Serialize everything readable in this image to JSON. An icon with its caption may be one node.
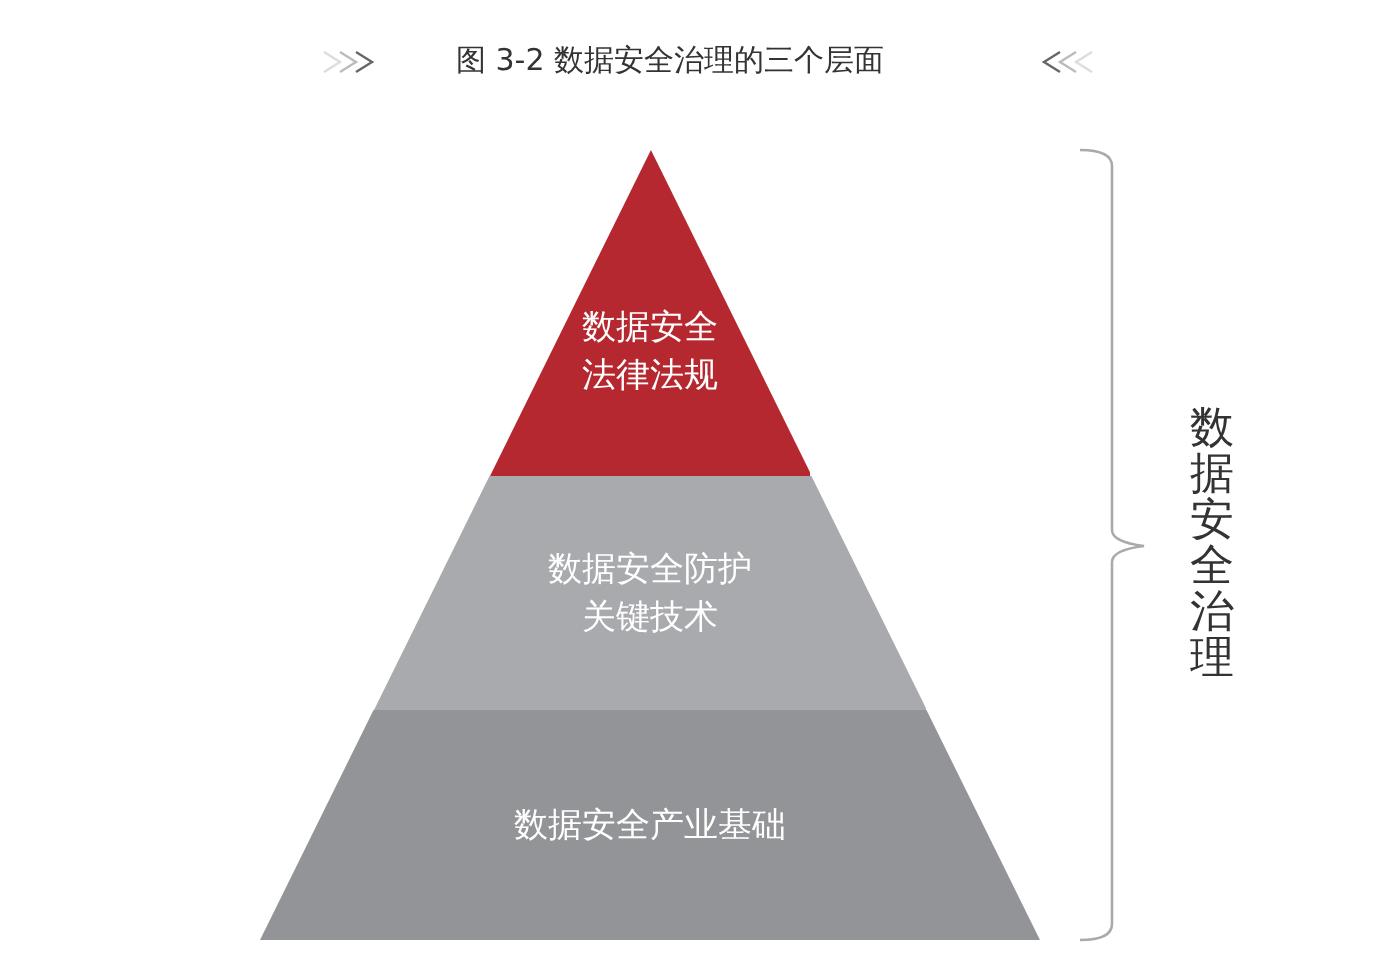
{
  "diagram": {
    "title": "图 3-2 数据安全治理的三个层面",
    "nodes": [
      {
        "text": [
          "数据安全法律法规"
        ]
      },
      {
        "text": [
          "数据安全防护关键技术"
        ]
      },
      {
        "text": [
          "数据安全产业基础"
        ]
      }
    ],
    "labels": [
      "数据安全治理"
    ]
  }
}
